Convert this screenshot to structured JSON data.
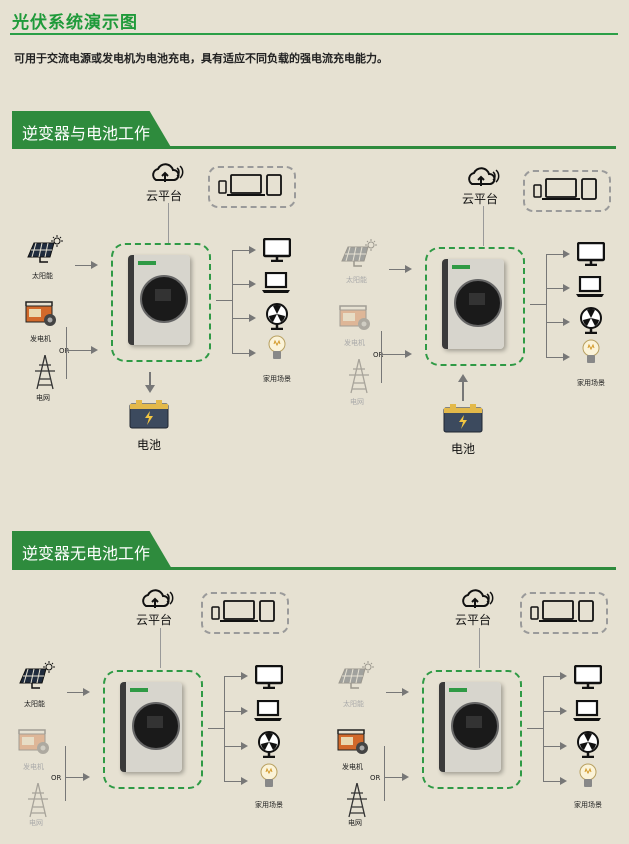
{
  "header": {
    "title": "光伏系统演示图",
    "subtitle": "可用于交流电源或发电机为电池充电，具有适应不同负载的强电流充电能力。"
  },
  "sections": [
    {
      "title": "逆变器与电池工作"
    },
    {
      "title": "逆变器无电池工作"
    }
  ],
  "labels": {
    "cloud": "云平台",
    "solar": "太阳能",
    "generator": "发电机",
    "grid": "电网",
    "or": "OR",
    "home": "家用场景",
    "battery": "电池"
  },
  "colors": {
    "accent": "#2e8b3d",
    "background": "#e6e1d2"
  }
}
